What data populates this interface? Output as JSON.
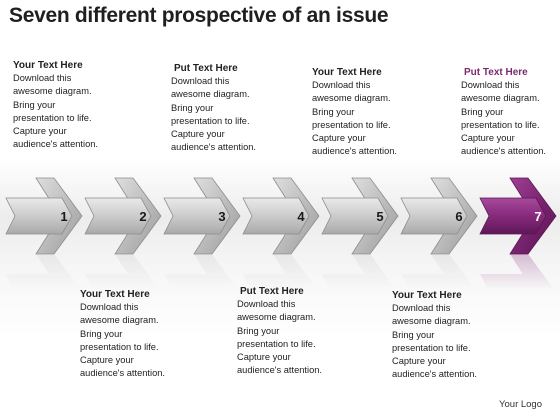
{
  "title": "Seven different prospective of an issue",
  "blocks_top": [
    {
      "heading": "Your Text Here",
      "body": "Download this\nawesome diagram.\nBring your\npresentation to life.\nCapture your\naudience's attention.",
      "accent": false
    },
    {
      "heading": "Put Text Here",
      "body": "Download this\nawesome diagram.\nBring your\npresentation to life.\nCapture your\naudience's attention.",
      "accent": false
    },
    {
      "heading": "Your Text Here",
      "body": "Download this\nawesome diagram.\nBring your\npresentation to life.\nCapture your\naudience's attention.",
      "accent": false
    },
    {
      "heading": "Put Text Here",
      "body": "Download this\nawesome diagram.\nBring your\npresentation to life.\nCapture your\naudience's attention.",
      "accent": true
    }
  ],
  "blocks_bottom": [
    {
      "heading": "Your Text Here",
      "body": "Download this\nawesome diagram.\nBring your\npresentation to life.\nCapture your\naudience's attention."
    },
    {
      "heading": "Put Text Here",
      "body": "Download this\nawesome diagram.\nBring your\npresentation to life.\nCapture your\naudience's attention."
    },
    {
      "heading": "Your Text Here",
      "body": "Download this\nawesome diagram.\nBring your\npresentation to life.\nCapture your\naudience's attention."
    }
  ],
  "steps": [
    "1",
    "2",
    "3",
    "4",
    "5",
    "6",
    "7"
  ],
  "highlight_step": 7,
  "colors": {
    "arrow_gray": "#c9c9c9",
    "arrow_gray_dark": "#8d8d8d",
    "arrow_highlight": "#8a2c7f",
    "arrow_highlight_dark": "#5a1753",
    "accent_text": "#7a2a70"
  },
  "logo": "Your Logo"
}
